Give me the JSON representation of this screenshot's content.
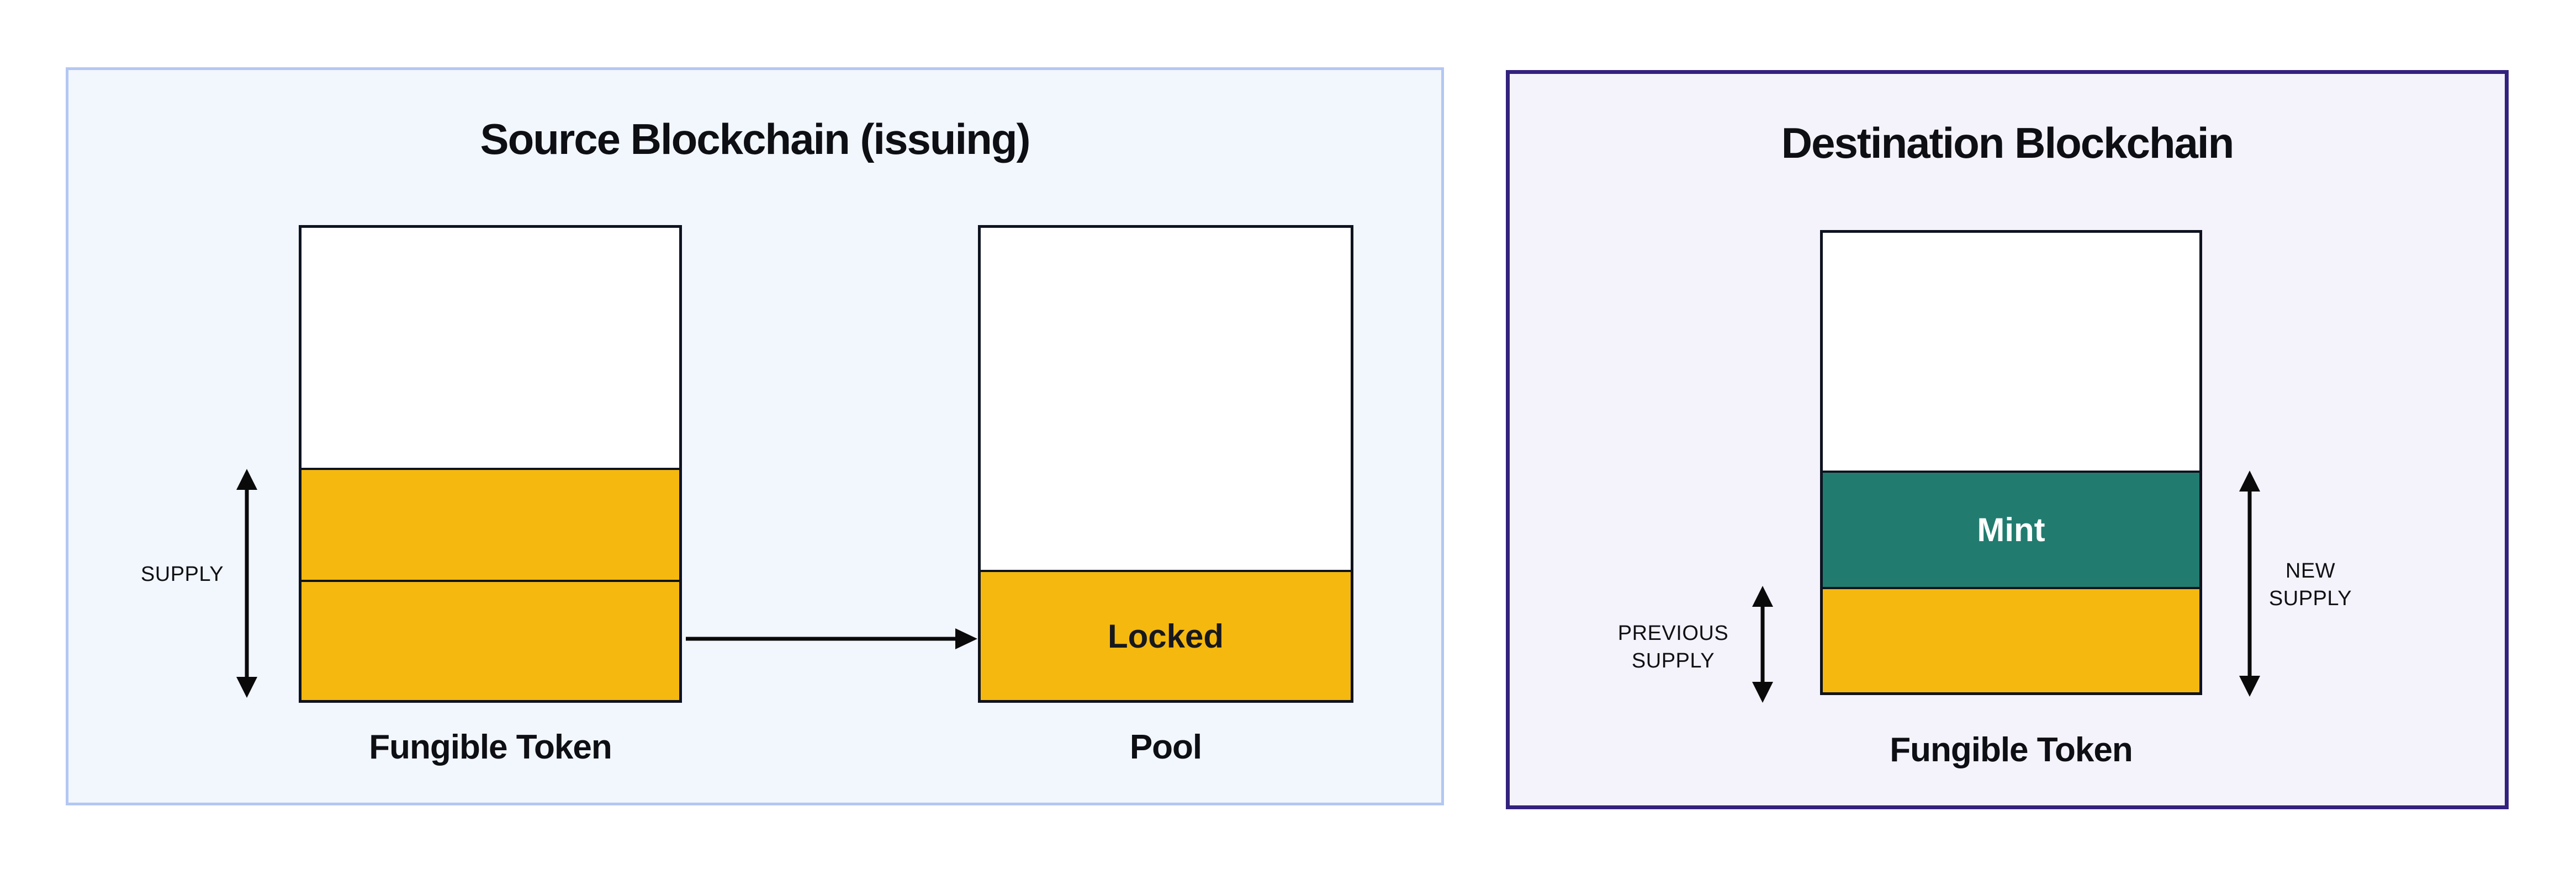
{
  "source_panel": {
    "title": "Source Blockchain (issuing)",
    "supply_label": "SUPPLY",
    "fungible_token_label": "Fungible Token",
    "pool_label": "Pool",
    "locked_label": "Locked"
  },
  "destination_panel": {
    "title": "Destination Blockchain",
    "previous_supply_label_line1": "PREVIOUS",
    "previous_supply_label_line2": "SUPPLY",
    "new_supply_label_line1": "NEW",
    "new_supply_label_line2": "SUPPLY",
    "mint_label": "Mint",
    "fungible_token_label": "Fungible Token"
  },
  "colors": {
    "supply_yellow": "#F5B80E",
    "mint_teal": "#217C6F",
    "source_border": "#B3C7F2",
    "source_bg": "#F2F6FD",
    "dest_border": "#33217E",
    "dest_bg": "#F4F2FB",
    "outline": "#0E1320",
    "arrow": "#0A0A0A",
    "text": "#0D0F14",
    "mint_text": "#FFFFFF"
  }
}
